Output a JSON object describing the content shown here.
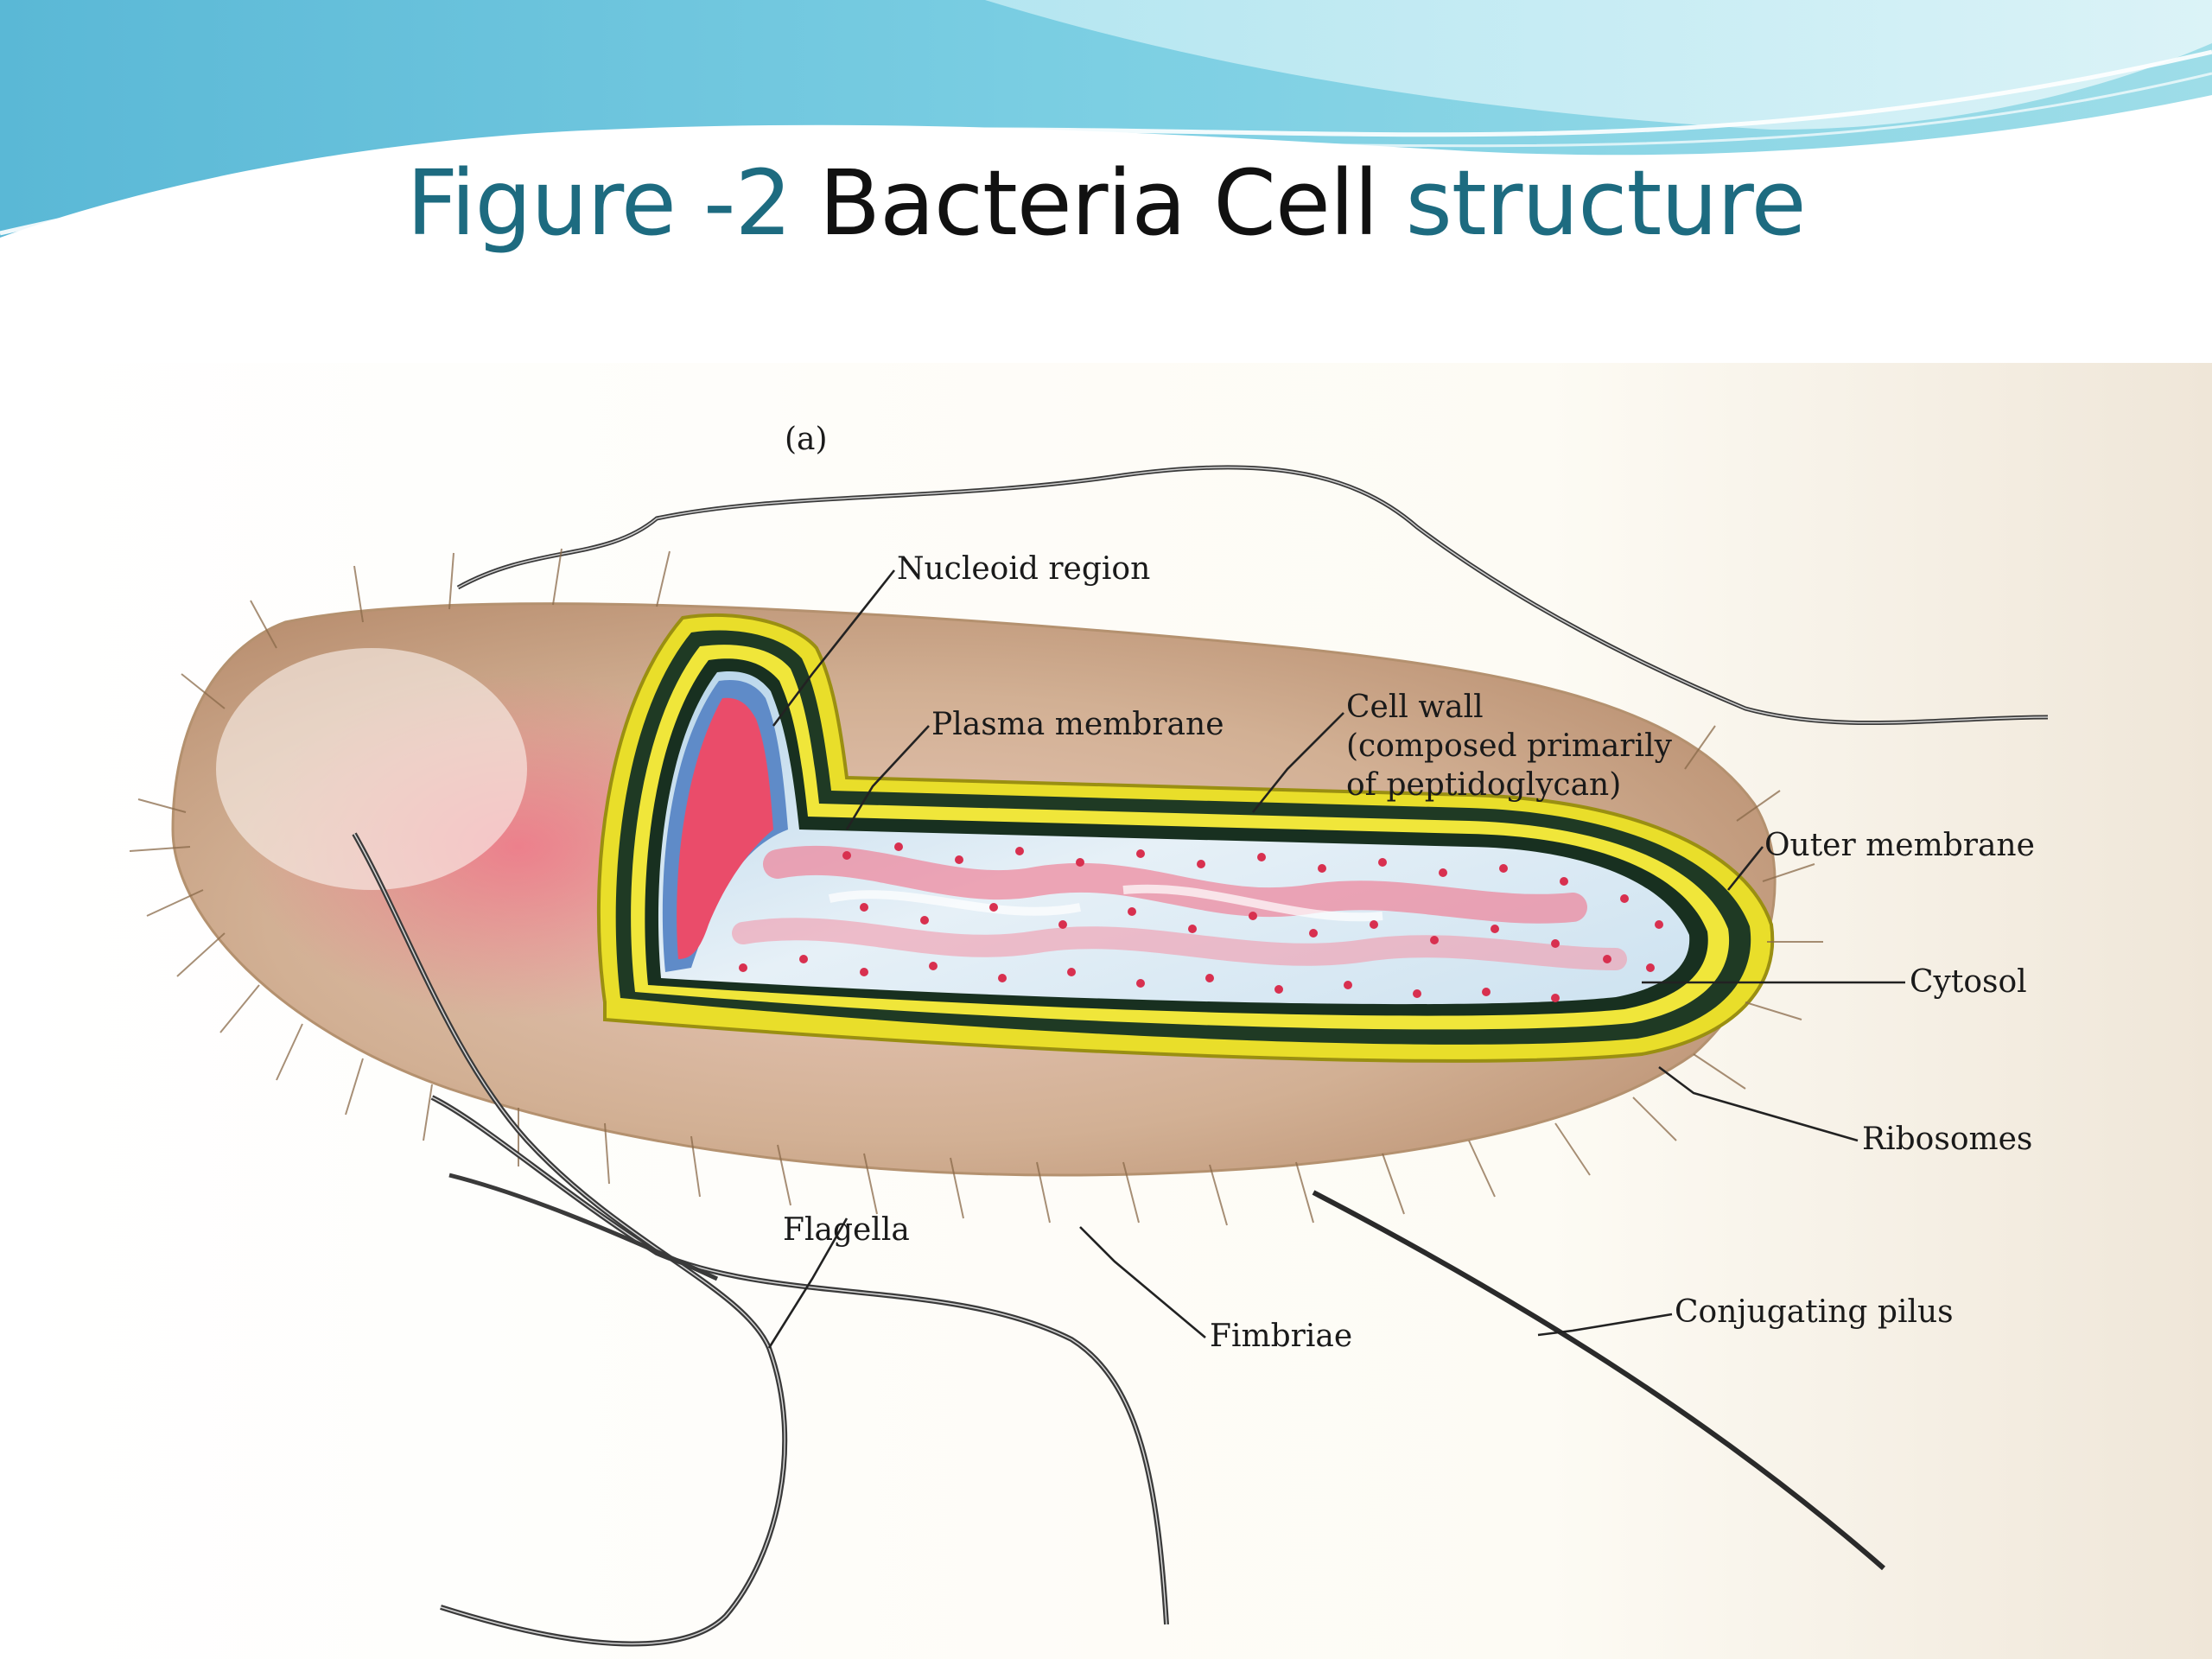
{
  "slide": {
    "title_part1": "Figure -2",
    "title_part2": "Bacteria Cell",
    "title_part3": "structure"
  },
  "figure": {
    "panel_tag": "(a)",
    "labels": {
      "nucleoid": "Nucleoid region",
      "plasma_membrane": "Plasma membrane",
      "cell_wall_line1": "Cell wall",
      "cell_wall_line2": "(composed primarily",
      "cell_wall_line3": "of peptidoglycan)",
      "outer_membrane": "Outer membrane",
      "cytosol": "Cytosol",
      "ribosomes": "Ribosomes",
      "flagella": "Flagella",
      "fimbriae": "Fimbriae",
      "conjugating_pilus": "Conjugating pilus"
    }
  },
  "colors": {
    "title_accent": "#1d6b80",
    "title_dark": "#111111",
    "cell_wall": "#e8e02a",
    "membrane": "#1b2a1b",
    "nucleoid": "#e8425e",
    "cytosol": "#cfe4f2",
    "capsule": "#c4a58a"
  }
}
